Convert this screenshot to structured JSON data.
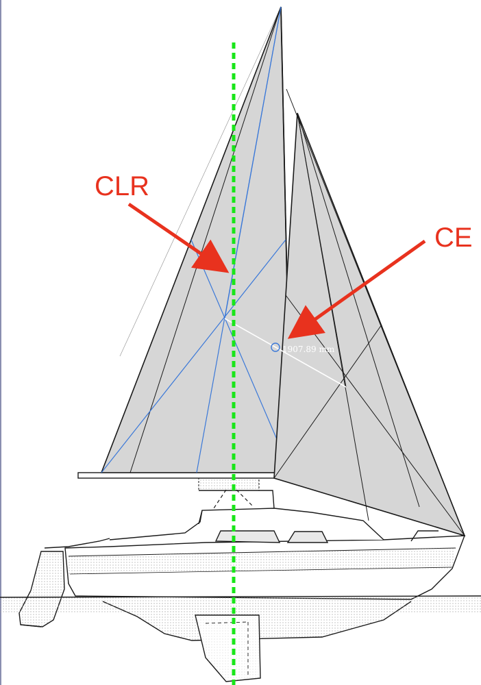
{
  "diagram": {
    "labels": {
      "clr": "CLR",
      "ce": "CE",
      "distance": "1907.89 mm"
    },
    "colors": {
      "sail_fill": "#d6d6d6",
      "outline": "#1a1a1a",
      "construction_lines": "#3a78d8",
      "callout": "#e8321e",
      "centerline": "#19e619",
      "measurement": "#ffffff"
    }
  }
}
